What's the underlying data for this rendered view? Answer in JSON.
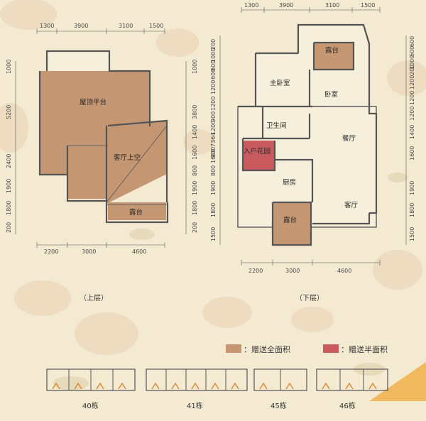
{
  "colors": {
    "full_area": "#c49672",
    "half_area": "#c95b5f",
    "background": "#f4ead2"
  },
  "upper_plan": {
    "caption": "（上层）",
    "top_dims": [
      "1300",
      "3900",
      "3100",
      "1500"
    ],
    "bottom_dims": [
      "2200",
      "3000",
      "4600"
    ],
    "left_dims": [
      "1000",
      "5200",
      "2400",
      "1900",
      "1800",
      "200"
    ],
    "right_dims": [
      "1000",
      "3800",
      "1400",
      "1600",
      "800",
      "1900",
      "1800",
      "200"
    ],
    "rooms": {
      "roof": "屋顶平台",
      "living_void": "客厅上空",
      "terrace": "露台"
    }
  },
  "lower_plan": {
    "caption": "（下层）",
    "top_dims": [
      "1300",
      "3900",
      "3100",
      "1500"
    ],
    "bottom_dims": [
      "2200",
      "3000",
      "4600"
    ],
    "left_dims": [
      "200",
      "1000",
      "600",
      "600",
      "1200",
      "1200",
      "900",
      "1200",
      "7364",
      "900",
      "1600",
      "800",
      "1900",
      "1800",
      "1500"
    ],
    "right_dims": [
      "600",
      "600",
      "1000",
      "200",
      "1200",
      "1200",
      "1200",
      "1400",
      "1600",
      "1900",
      "1800",
      "1500"
    ],
    "rooms": {
      "terrace_top": "露台",
      "master_bedroom": "主卧室",
      "bedroom": "卧室",
      "bathroom": "卫生间",
      "dining": "餐厅",
      "garden": "入户花园",
      "kitchen": "厨房",
      "living": "客厅",
      "terrace_bottom": "露台"
    }
  },
  "legend": [
    {
      "label": "：赠送全面积",
      "color": "#c49672"
    },
    {
      "label": "：赠送半面积",
      "color": "#c95b5f"
    }
  ],
  "buildings": [
    {
      "label": "40栋"
    },
    {
      "label": "41栋"
    },
    {
      "label": "45栋"
    },
    {
      "label": "46栋"
    }
  ]
}
